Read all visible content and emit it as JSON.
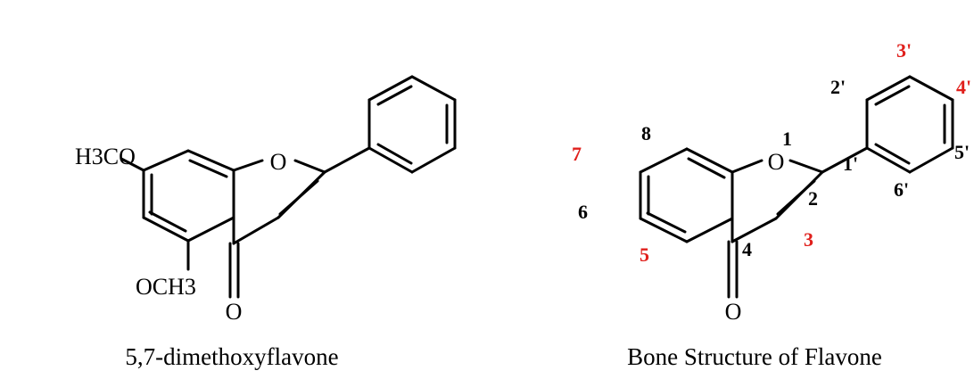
{
  "colors": {
    "bond": "#000000",
    "highlight": "#e0201c"
  },
  "left": {
    "caption": "5,7-dimethoxyflavone",
    "labels": {
      "o_ring": "O",
      "o_carbonyl": "O",
      "h3co": "H3CO",
      "och3": "OCH3"
    }
  },
  "right": {
    "caption": "Bone Structure of Flavone",
    "labels": {
      "o_ring": "O",
      "o_carbonyl": "O"
    },
    "numbers": {
      "n1": "1",
      "n2": "2",
      "n3": "3",
      "n4": "4",
      "n5": "5",
      "n6": "6",
      "n7": "7",
      "n8": "8",
      "n1p": "1'",
      "n2p": "2'",
      "n3p": "3'",
      "n4p": "4'",
      "n5p": "5'",
      "n6p": "6'"
    },
    "highlighted": [
      "3",
      "5",
      "7",
      "3'",
      "4'"
    ]
  }
}
